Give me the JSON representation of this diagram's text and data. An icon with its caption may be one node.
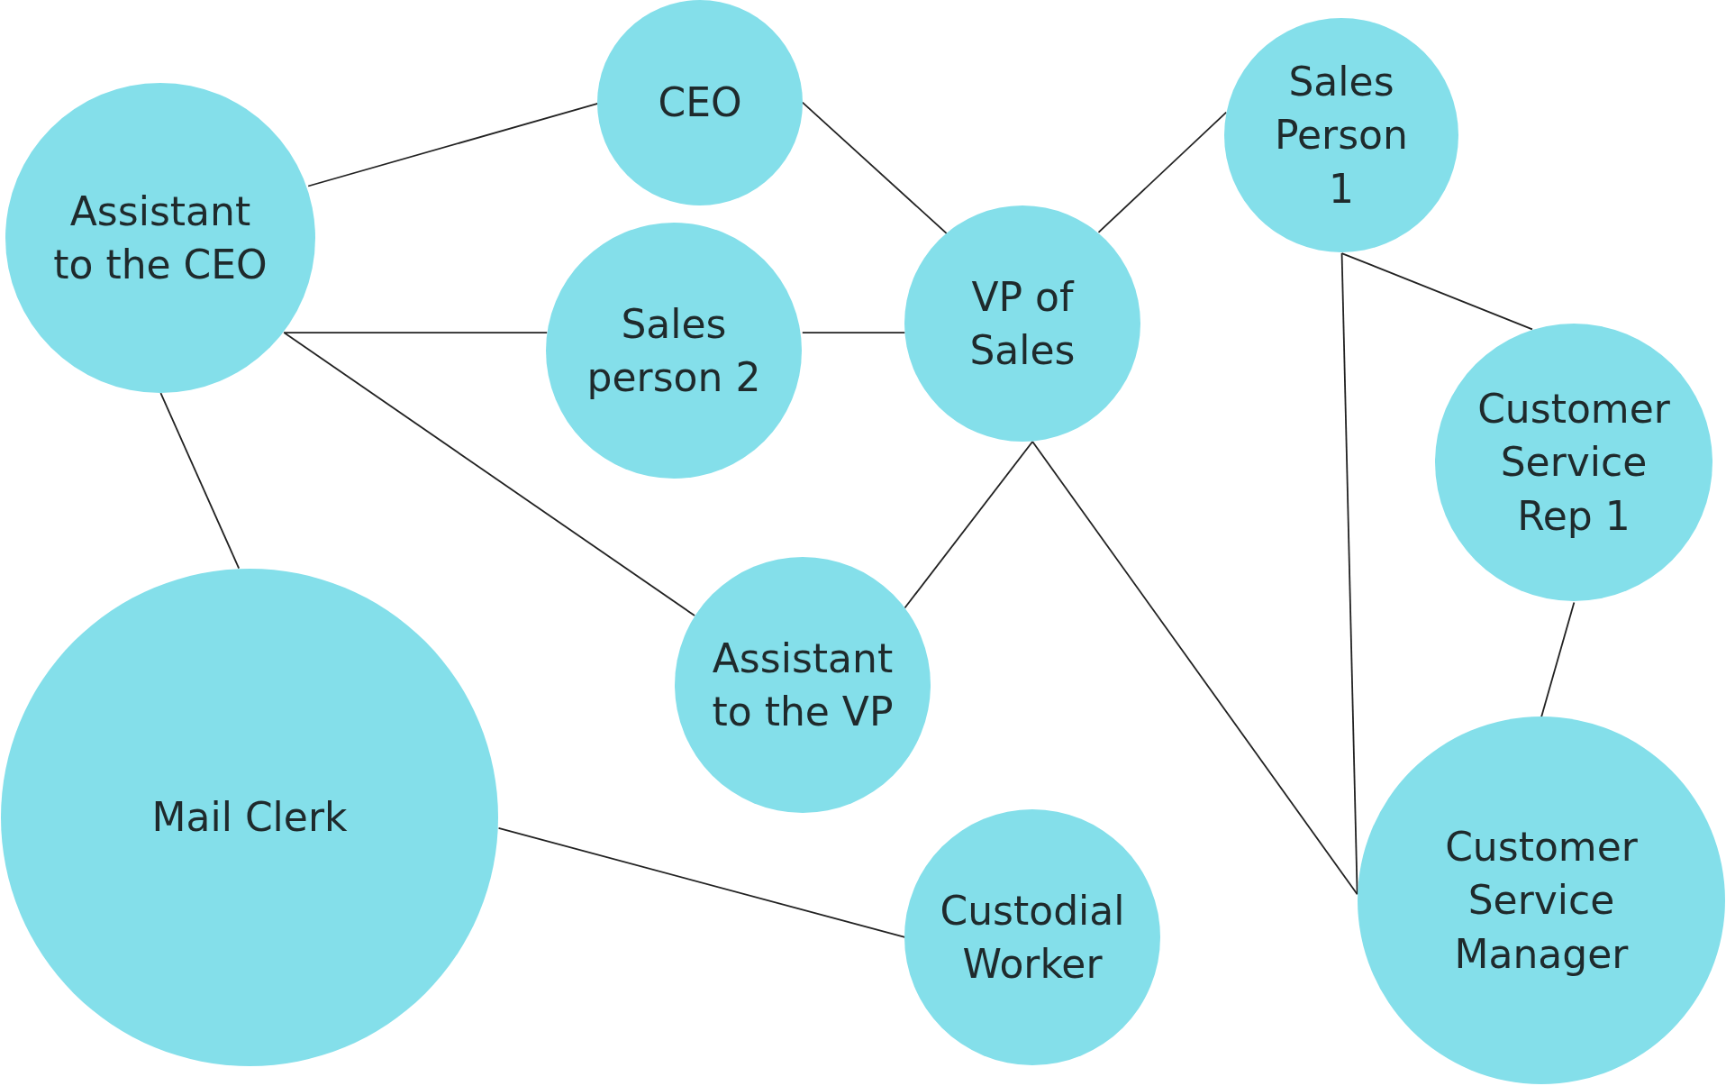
{
  "diagram": {
    "nodes": [
      {
        "text": [
          "CEO"
        ]
      },
      {
        "text": [
          "Assistant to the CEO"
        ]
      },
      {
        "text": [
          "Sales Person 1"
        ]
      },
      {
        "text": [
          "VP of Sales"
        ]
      },
      {
        "text": [
          "Sales person 2"
        ]
      },
      {
        "text": [
          "Customer Service Rep 1"
        ]
      },
      {
        "text": [
          "Assistant to the VP"
        ]
      },
      {
        "text": [
          "Mail Clerk"
        ]
      },
      {
        "text": [
          "Customer Service Manager"
        ]
      },
      {
        "text": [
          "Custodial Worker"
        ]
      }
    ],
    "edges": [
      {
        "from": 1,
        "to": 0,
        "arrow": "none"
      },
      {
        "from": 0,
        "to": 3,
        "arrow": "none"
      },
      {
        "from": 3,
        "to": 2,
        "arrow": "none"
      },
      {
        "from": 1,
        "to": 4,
        "arrow": "none"
      },
      {
        "from": 4,
        "to": 3,
        "arrow": "none"
      },
      {
        "from": 1,
        "to": 6,
        "arrow": "none"
      },
      {
        "from": 1,
        "to": 7,
        "arrow": "none"
      },
      {
        "from": 3,
        "to": 6,
        "arrow": "none"
      },
      {
        "from": 3,
        "to": 8,
        "arrow": "none"
      },
      {
        "from": 2,
        "to": 5,
        "arrow": "none"
      },
      {
        "from": 2,
        "to": 8,
        "arrow": "none"
      },
      {
        "from": 5,
        "to": 8,
        "arrow": "none"
      },
      {
        "from": 7,
        "to": 9,
        "arrow": "none"
      }
    ]
  }
}
